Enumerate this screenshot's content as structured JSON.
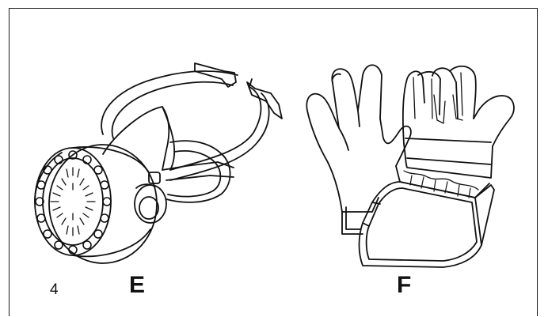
{
  "page_number": "4",
  "figures": [
    {
      "id": "E",
      "label": "E",
      "icon": "respirator-mask-icon"
    },
    {
      "id": "F",
      "label": "F",
      "icon": "work-gloves-icon"
    }
  ],
  "colors": {
    "line": "#111111",
    "background": "#ffffff"
  }
}
